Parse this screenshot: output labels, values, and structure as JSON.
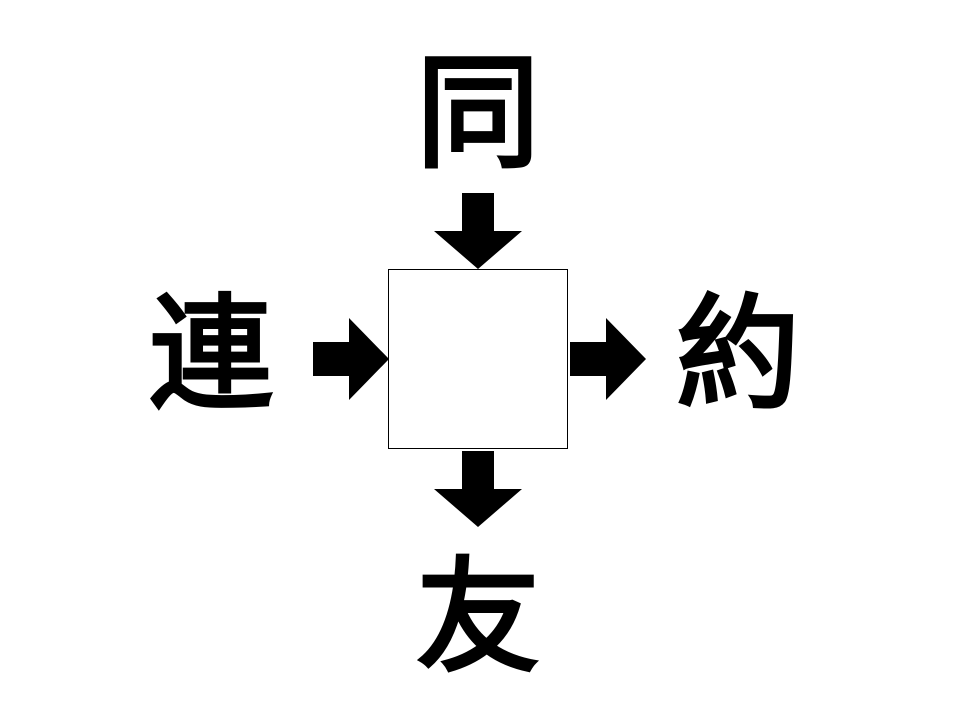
{
  "puzzle": {
    "top": "同",
    "left": "連",
    "right": "約",
    "bottom": "友",
    "answer": ""
  },
  "colors": {
    "ink": "#000000",
    "background": "#ffffff"
  },
  "icons": {
    "arrow_into_center_from_top": "arrow-down-icon",
    "arrow_into_center_from_left": "arrow-right-icon",
    "arrow_out_to_right": "arrow-right-icon",
    "arrow_out_to_bottom": "arrow-down-icon"
  }
}
